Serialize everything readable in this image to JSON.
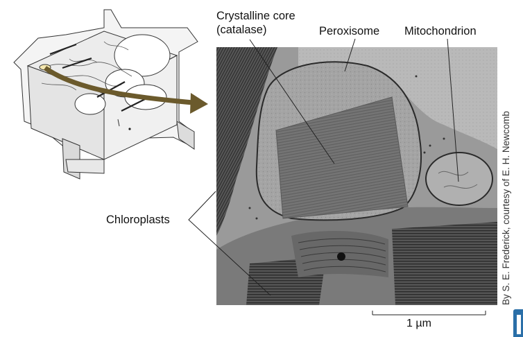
{
  "labels": {
    "core_line1": "Crystalline core",
    "core_line2": "(catalase)",
    "peroxisome": "Peroxisome",
    "mitochondrion": "Mitochondrion",
    "chloroplasts": "Chloroplasts",
    "scale": "1 µm",
    "credit": "By S. E. Frederick, courtesy of E. H. Newcomb"
  },
  "colors": {
    "arrow": "#6b5a2c",
    "micrograph_bg": "#8a8a8a",
    "crystal": "#6e6e6e",
    "membrane": "#2a2a2a",
    "accent_logo": "#2a6fa8"
  },
  "icons": {
    "arrow": "curved-arrow-icon",
    "logo": "publisher-logo-icon"
  }
}
